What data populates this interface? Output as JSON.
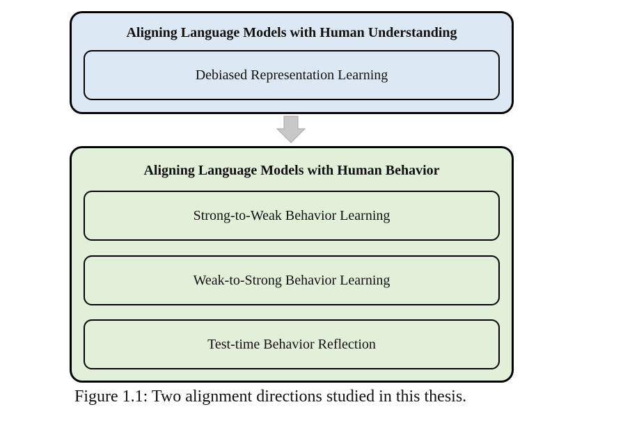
{
  "top_panel": {
    "title": "Aligning Language Models with Human Understanding",
    "items": [
      "Debiased Representation Learning"
    ],
    "fill": "#dce8f4"
  },
  "bottom_panel": {
    "title": "Aligning Language Models with Human Behavior",
    "items": [
      "Strong-to-Weak Behavior Learning",
      "Weak-to-Strong Behavior Learning",
      "Test-time Behavior Reflection"
    ],
    "fill": "#e2efd9"
  },
  "arrow": {
    "direction": "down",
    "color": "#c8c8c8",
    "icon": "down-arrow-icon"
  },
  "caption": "Figure 1.1: Two alignment directions studied in this thesis."
}
